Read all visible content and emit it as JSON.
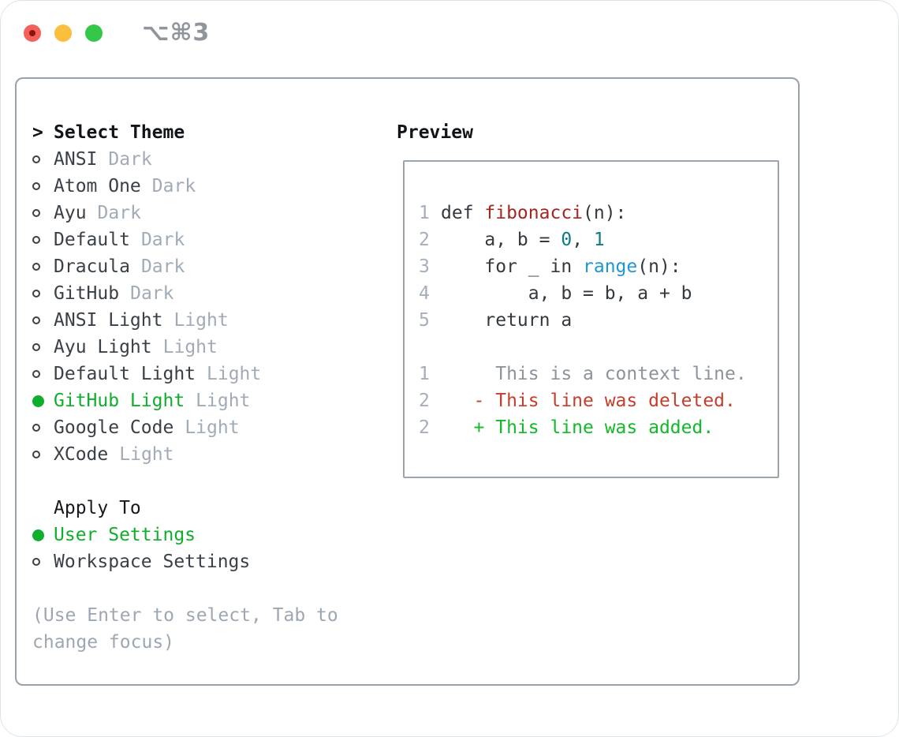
{
  "window": {
    "controls": {
      "close_label": "close",
      "minimize_label": "minimize",
      "zoom_label": "zoom"
    },
    "shortcut_label": "⌥⌘3"
  },
  "icons": {
    "radio_unselected": "○",
    "radio_selected": "●",
    "prompt_arrow": ">",
    "option_key": "⌥",
    "command_key": "⌘"
  },
  "theme_panel": {
    "prompt": ">",
    "title": "Select Theme",
    "items": [
      {
        "name": "ANSI",
        "variant": "Dark",
        "selected": false
      },
      {
        "name": "Atom One",
        "variant": "Dark",
        "selected": false
      },
      {
        "name": "Ayu",
        "variant": "Dark",
        "selected": false
      },
      {
        "name": "Default",
        "variant": "Dark",
        "selected": false
      },
      {
        "name": "Dracula",
        "variant": "Dark",
        "selected": false
      },
      {
        "name": "GitHub",
        "variant": "Dark",
        "selected": false
      },
      {
        "name": "ANSI Light",
        "variant": "Light",
        "selected": false
      },
      {
        "name": "Ayu Light",
        "variant": "Light",
        "selected": false
      },
      {
        "name": "Default Light",
        "variant": "Light",
        "selected": false
      },
      {
        "name": "GitHub Light",
        "variant": "Light",
        "selected": true
      },
      {
        "name": "Google Code",
        "variant": "Light",
        "selected": false
      },
      {
        "name": "XCode",
        "variant": "Light",
        "selected": false
      }
    ],
    "apply_title": "Apply To",
    "apply_options": [
      {
        "label": "User Settings",
        "selected": true
      },
      {
        "label": "Workspace Settings",
        "selected": false
      }
    ],
    "help_lines": [
      "(Use Enter to select, Tab to",
      "change focus)"
    ]
  },
  "preview": {
    "title": "Preview",
    "code_lines": [
      {
        "num": "1",
        "tokens": [
          {
            "text": "def ",
            "color": "plain"
          },
          {
            "text": "fibonacci",
            "color": "func"
          },
          {
            "text": "(n):",
            "color": "plain"
          }
        ]
      },
      {
        "num": "2",
        "tokens": [
          {
            "text": "    a, b = ",
            "color": "plain"
          },
          {
            "text": "0",
            "color": "number"
          },
          {
            "text": ", ",
            "color": "plain"
          },
          {
            "text": "1",
            "color": "number"
          }
        ]
      },
      {
        "num": "3",
        "tokens": [
          {
            "text": "    for _ in ",
            "color": "plain"
          },
          {
            "text": "range",
            "color": "builtin"
          },
          {
            "text": "(n):",
            "color": "plain"
          }
        ]
      },
      {
        "num": "4",
        "tokens": [
          {
            "text": "        a, b = b, a + b",
            "color": "plain"
          }
        ]
      },
      {
        "num": "5",
        "tokens": [
          {
            "text": "    return a",
            "color": "plain"
          }
        ]
      },
      {
        "num": "",
        "tokens": []
      },
      {
        "num": "1",
        "tokens": [
          {
            "text": "     This is a context line.",
            "color": "context"
          }
        ]
      },
      {
        "num": "2",
        "tokens": [
          {
            "text": "   - This line was deleted.",
            "color": "deleted"
          }
        ]
      },
      {
        "num": "2",
        "tokens": [
          {
            "text": "   + This line was added.",
            "color": "added"
          }
        ]
      }
    ]
  },
  "colors": {
    "plain": "#33393f",
    "func": "#a6251f",
    "number": "#0d7b85",
    "builtin": "#1f96d2",
    "context": "#8c939b",
    "deleted": "#c63d2c",
    "added": "#12b928",
    "gutter": "#a5aebb",
    "selected_green": "#0fae2c",
    "item_text": "#3a4047",
    "variant_tag": "#a1abb7",
    "help_text": "#9da7b3",
    "panel_border": "#99a1ab",
    "traffic_red": "#f4615a",
    "traffic_yellow": "#fbbf3f",
    "traffic_green": "#34c748",
    "shortcut_gray": "#8f959c"
  }
}
